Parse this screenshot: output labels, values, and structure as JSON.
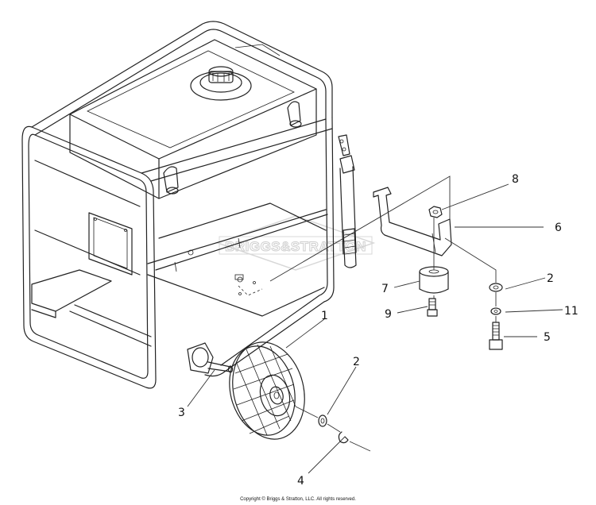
{
  "watermark": "BRIGGS&STRATTON",
  "copyright": "Copyright © Briggs & Stratton, LLC. All rights reserved.",
  "callouts": {
    "c1": "1",
    "c2a": "2",
    "c2b": "2",
    "c3": "3",
    "c4": "4",
    "c5": "5",
    "c6": "6",
    "c7": "7",
    "c8": "8",
    "c9": "9",
    "c11": "11"
  }
}
